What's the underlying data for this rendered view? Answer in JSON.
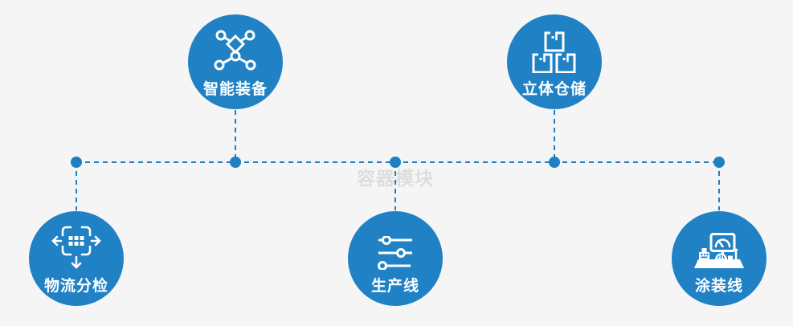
{
  "watermark": "容器模块",
  "colors": {
    "circle_blue": "#2082c4",
    "connector_blue": "#1e7fc2",
    "background": "#f5f5f6",
    "icon_white": "#ffffff",
    "label_white": "#ffffff",
    "watermark_gray": "#d8d8d8"
  },
  "nodes": [
    {
      "label": "智能装备",
      "icon": "network-nodes-icon"
    },
    {
      "label": "立体仓储",
      "icon": "stacked-boxes-icon"
    },
    {
      "label": "物流分检",
      "icon": "crossroads-sorting-icon"
    },
    {
      "label": "生产线",
      "icon": "sliders-icon"
    },
    {
      "label": "涂装线",
      "icon": "painting-machine-icon"
    }
  ]
}
